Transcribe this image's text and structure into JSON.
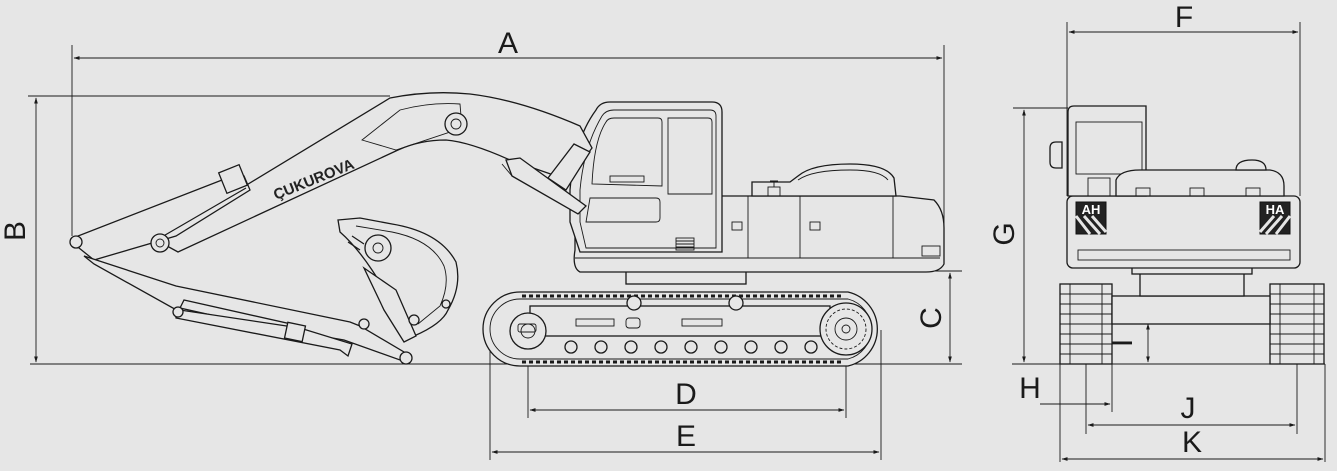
{
  "dimensions": {
    "A": "A",
    "B": "B",
    "C": "C",
    "D": "D",
    "E": "E",
    "F": "F",
    "G": "G",
    "H": "H",
    "I": "I",
    "J": "J",
    "K": "K"
  },
  "machine": {
    "brand": "ÇUKUROVA",
    "rear_plate_left": "AH",
    "rear_plate_right": "HA"
  },
  "colors": {
    "background": "#e6e6e6",
    "line": "#1a1a1a"
  }
}
